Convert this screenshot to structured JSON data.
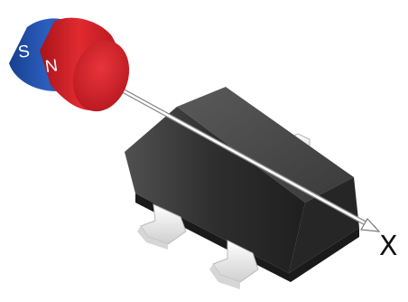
{
  "magnet": {
    "south_label": "S",
    "north_label": "N",
    "south_color": "#1f4fa8",
    "north_color": "#d21f26"
  },
  "axis": {
    "label": "X"
  },
  "chip": {
    "body_color": "#3a3a3a",
    "lead_color": "#e8e8e8"
  }
}
